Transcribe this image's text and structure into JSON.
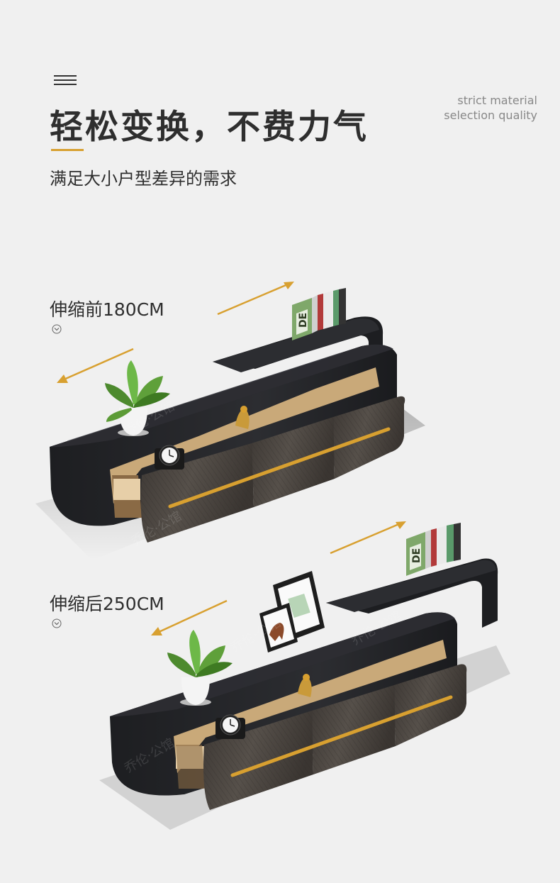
{
  "header": {
    "title": "轻松变换，不费力气",
    "subtitle": "满足大小户型差异的需求",
    "tagline_line1": "strict material",
    "tagline_line2": "selection quality",
    "accent_color": "#d8a030"
  },
  "scenes": [
    {
      "label": "伸缩前180CM",
      "icon": "chevron-down-circle-icon"
    },
    {
      "label": "伸缩后250CM",
      "icon": "chevron-down-circle-icon"
    }
  ],
  "product": {
    "name": "tv-cabinet",
    "watermark": "乔伦·公馆",
    "book_spine_text": "DE"
  },
  "colors": {
    "background": "#f0f0f0",
    "cabinet_top": "#26272b",
    "drawer_wood": "#4e4842",
    "gold_accent": "#d8a030"
  }
}
